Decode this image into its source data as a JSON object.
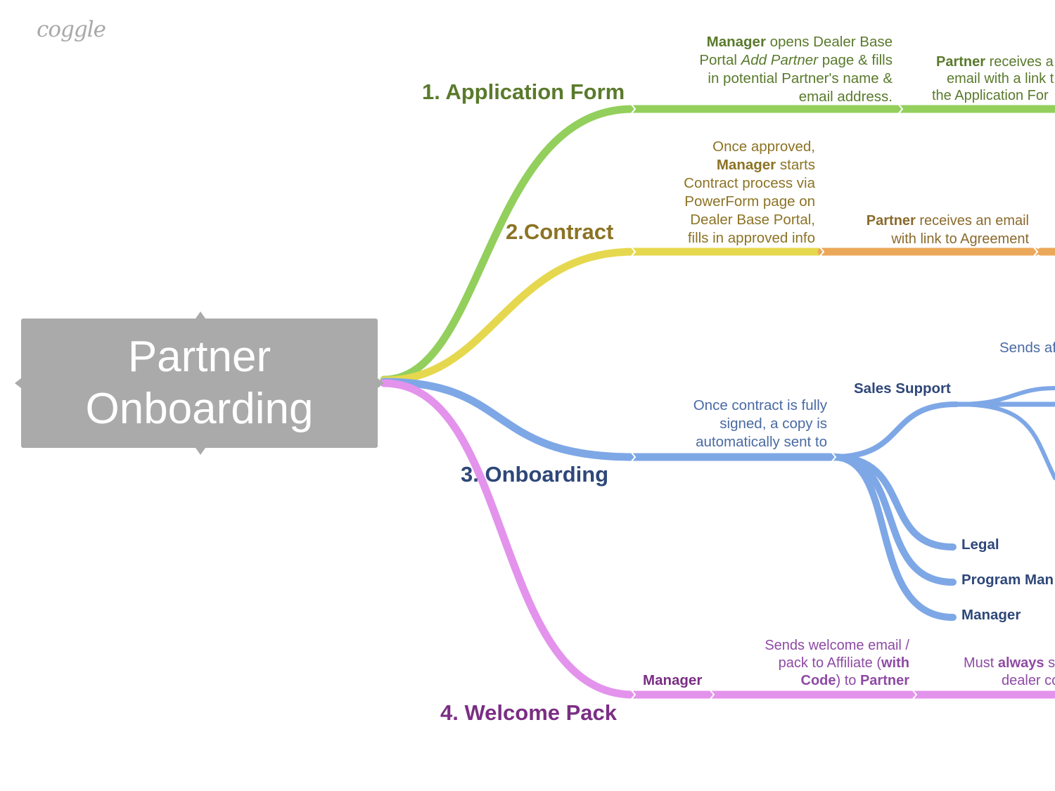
{
  "logo": "coggle",
  "root": {
    "line1": "Partner",
    "line2": "Onboarding"
  },
  "branches": {
    "application": {
      "label": "1. Application Form",
      "color": "#93cf5c",
      "note1": {
        "strong": "Manager",
        "pre": " opens Dealer Base",
        "line2_a": "Portal ",
        "line2_em": "Add Partner",
        "line2_b": " page & fills",
        "line3": "in potential Partner's name &",
        "line4": "email address."
      },
      "note2": {
        "strong": "Partner",
        "line1": " receives a",
        "line2": "email with a link t",
        "line3": "the Application For"
      }
    },
    "contract": {
      "label": "2.Contract",
      "color": "#e6d84e",
      "color2": "#eba85a",
      "note1": {
        "line1": "Once approved,",
        "strong": "Manager",
        "line2": " starts",
        "line3": "Contract process via",
        "line4": "PowerForm page on",
        "line5": "Dealer Base Portal,",
        "line6": "fills in approved info"
      },
      "note2": {
        "strong": "Partner",
        "line1": " receives an email",
        "line2": "with link to Agreement"
      }
    },
    "onboarding": {
      "label": "3. Onboarding",
      "color": "#7ea7e6",
      "note": {
        "line1": "Once contract is fully",
        "line2": "signed, a copy is",
        "line3": "automatically sent to"
      },
      "sends": "Sends af",
      "children": [
        "Sales Support",
        "Legal",
        "Program Man",
        "Manager"
      ]
    },
    "welcome": {
      "label": "4. Welcome Pack",
      "color": "#e393ec",
      "node": "Manager",
      "note1": {
        "line1": "Sends welcome email /",
        "line2_a": "pack to Affiliate (",
        "line2_b": "with",
        "line3_a": "Code",
        "line3_b": ") to ",
        "line3_c": "Partner"
      },
      "note2": {
        "line1_a": "Must ",
        "line1_b": "always",
        "line1_c": " s",
        "line2": "dealer co"
      }
    }
  }
}
